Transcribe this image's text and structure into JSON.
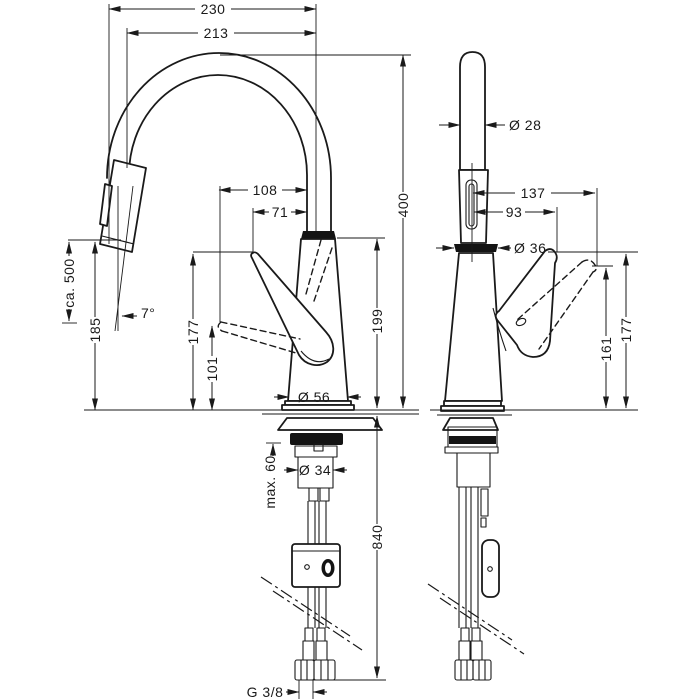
{
  "drawing": {
    "background": "#ffffff",
    "ink": "#1a1a1a"
  },
  "side": {
    "reach": "230",
    "spray_reach": "213",
    "spout_offset_max": "108",
    "spout_offset": "71",
    "spout_height": "400",
    "spray_hose": "ca. 500",
    "spray_drop": "185",
    "spray_angle": "7°",
    "handle_height": "177",
    "handle_height_low": "101",
    "body_height": "199",
    "base_dia": "Ø 56",
    "shank_dia": "Ø 34",
    "deck_max": "max. 60",
    "hose_length": "840",
    "thread": "G 3/8"
  },
  "front": {
    "spray_dia": "Ø 28",
    "handle_reach_max": "137",
    "handle_reach": "93",
    "spout_dia": "Ø 36",
    "handle_height_alt": "161",
    "handle_height": "177"
  }
}
